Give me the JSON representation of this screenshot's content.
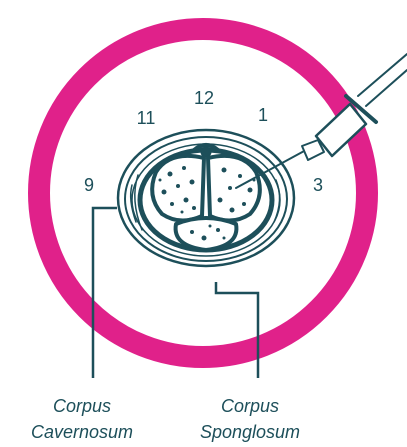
{
  "colors": {
    "ring": "#e0218a",
    "ink": "#1d4f5a",
    "background": "#ffffff"
  },
  "clock": {
    "n12": "12",
    "n11": "11",
    "n1": "1",
    "n9": "9",
    "n3": "3"
  },
  "labels": {
    "cavernosum_line1": "Corpus",
    "cavernosum_line2": "Cavernosum",
    "spongiosum_line1": "Corpus",
    "spongiosum_line2": "Sponglosum"
  },
  "icons": {
    "syringe": "syringe-icon",
    "cross_section": "penile-cross-section-icon"
  }
}
